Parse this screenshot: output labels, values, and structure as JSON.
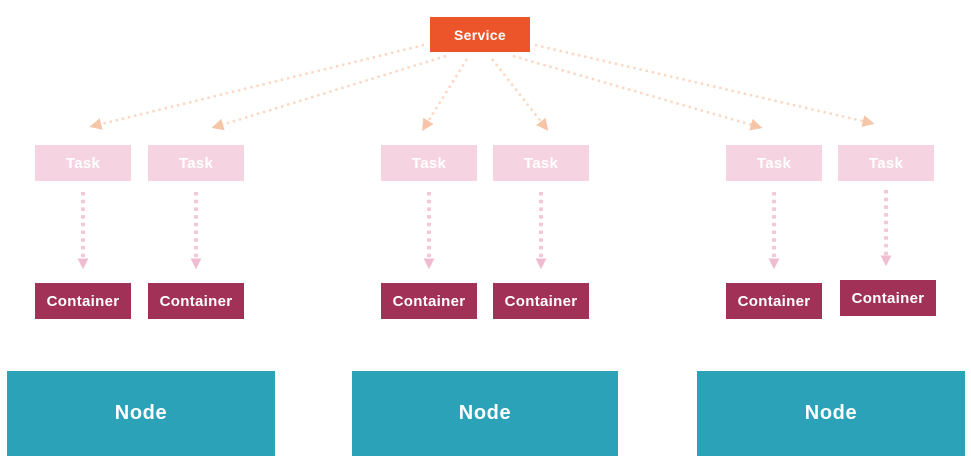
{
  "service": {
    "label": "Service"
  },
  "tasks": [
    {
      "label": "Task"
    },
    {
      "label": "Task"
    },
    {
      "label": "Task"
    },
    {
      "label": "Task"
    },
    {
      "label": "Task"
    },
    {
      "label": "Task"
    }
  ],
  "containers": [
    {
      "label": "Container"
    },
    {
      "label": "Container"
    },
    {
      "label": "Container"
    },
    {
      "label": "Container"
    },
    {
      "label": "Container"
    },
    {
      "label": "Container"
    }
  ],
  "nodes": [
    {
      "label": "Node"
    },
    {
      "label": "Node"
    },
    {
      "label": "Node"
    }
  ],
  "colors": {
    "service_bg": "#EC552A",
    "task_bg": "#F5D3E0",
    "container_bg": "#A23158",
    "node_bg": "#2BA2B8",
    "service_arrow": "#FAD8C3",
    "service_arrowhead": "#F6C4A6",
    "task_arrow": "#F3C8D9",
    "task_arrowhead": "#F0BCD2",
    "label_text": "#FFFFFF"
  }
}
